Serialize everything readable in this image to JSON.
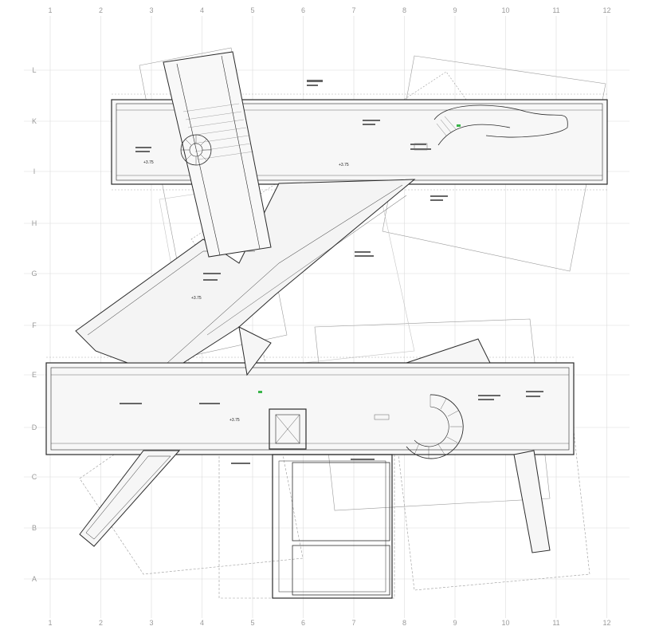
{
  "drawing": {
    "grid_columns": [
      "1",
      "2",
      "3",
      "4",
      "5",
      "6",
      "7",
      "8",
      "9",
      "10",
      "11",
      "12"
    ],
    "grid_rows": [
      "L",
      "K",
      "I",
      "H",
      "G",
      "F",
      "E",
      "D",
      "C",
      "B",
      "A"
    ],
    "level_markers": [
      "+3.75",
      "+3.75",
      "+3.75",
      "+3.75"
    ],
    "colors": {
      "line": "#2b2b2b",
      "grid": "#d9d9d9",
      "fill": "#f3f3f3",
      "accent": "#3ab54a"
    }
  }
}
